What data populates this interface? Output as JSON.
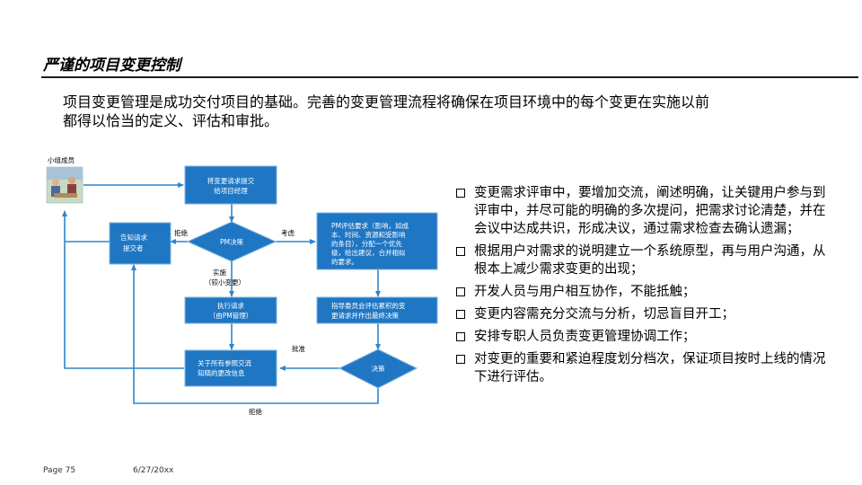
{
  "title": "严谨的项目变更控制",
  "intro": {
    "line1": "项目变更管理是成功交付项目的基础。完善的变更管理流程将确保在项目环境中的每个变更在实施以前",
    "line2": "都得以恰当的定义、评估和审批。"
  },
  "flow": {
    "team_label": "小组成员",
    "submit": [
      "将变更请求提交",
      "给项目经理"
    ],
    "notify": [
      "告知请求",
      "提交者"
    ],
    "pm_decision": "PM决策",
    "pm_eval": [
      "PM评估要求（影响，如成",
      "本、时间、资源和受影响",
      "的条目），分配一个优先",
      "级，给出建议，合并相似",
      "的要求。"
    ],
    "execute": [
      "执行请求",
      "（由PM管理）"
    ],
    "committee": [
      "指导委员会评估累积的变",
      "更请求并作出最终决策"
    ],
    "close": [
      "关于所有参照交流",
      "知晓的更改信息"
    ],
    "decision": "决策",
    "lbl_reject1": "拒绝",
    "lbl_consider": "考虑",
    "lbl_implement": [
      "实施",
      "（较小变更）"
    ],
    "lbl_approve": "批准",
    "lbl_reject2": "拒绝"
  },
  "bullets": [
    "变更需求评审中，要增加交流，阐述明确，让关键用户参与到评审中，并尽可能的明确的多次提问，把需求讨论清楚，并在会议中达成共识，形成决议，通过需求检查去确认遗漏；",
    "根据用户对需求的说明建立一个系统原型，再与用户沟通，从根本上减少需求变更的出现；",
    "开发人员与用户相互协作，不能抵触；",
    "变更内容需充分交流与分析，切忌盲目开工；",
    "安排专职人员负责变更管理协调工作；",
    "对变更的重要和紧迫程度划分档次，保证项目按时上线的情况下进行评估。"
  ],
  "footer": {
    "page": "Page 75",
    "date": "6/27/20xx"
  }
}
